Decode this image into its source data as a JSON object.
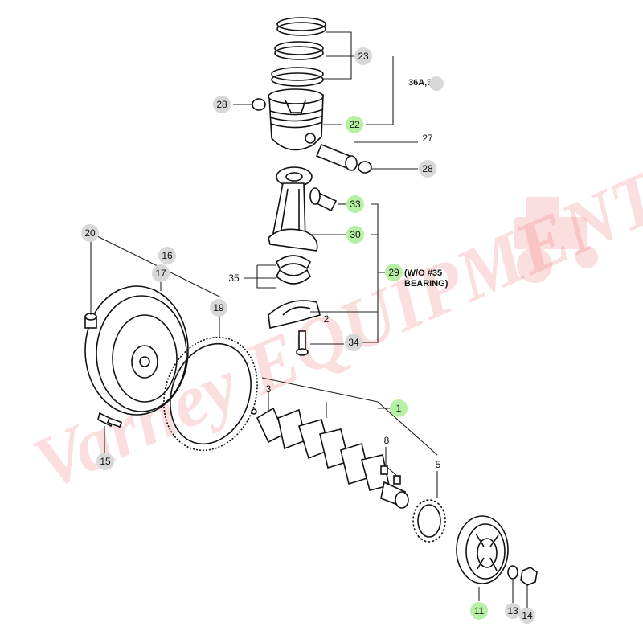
{
  "callouts": {
    "c1": "1",
    "c2": "2",
    "c3": "3",
    "c5": "5",
    "c8": "8",
    "c11": "11",
    "c13": "13",
    "c14": "14",
    "c15": "15",
    "c16": "16",
    "c17": "17",
    "c19": "19",
    "c20": "20",
    "c22": "22",
    "c23": "23",
    "c27": "27",
    "c28a": "28",
    "c28b": "28",
    "c29": "29",
    "c30": "30",
    "c33": "33",
    "c34": "34",
    "c35": "35"
  },
  "notes": {
    "piston_set": "36A,36B",
    "bearing_note_line1": "(W/O #35",
    "bearing_note_line2": "BEARING)"
  },
  "watermark": {
    "text": "Varney EQUIPMENT"
  },
  "colors": {
    "highlight": "#b6f0a4",
    "callout": "#d8d8d8",
    "watermark": "#ef6b6b"
  }
}
